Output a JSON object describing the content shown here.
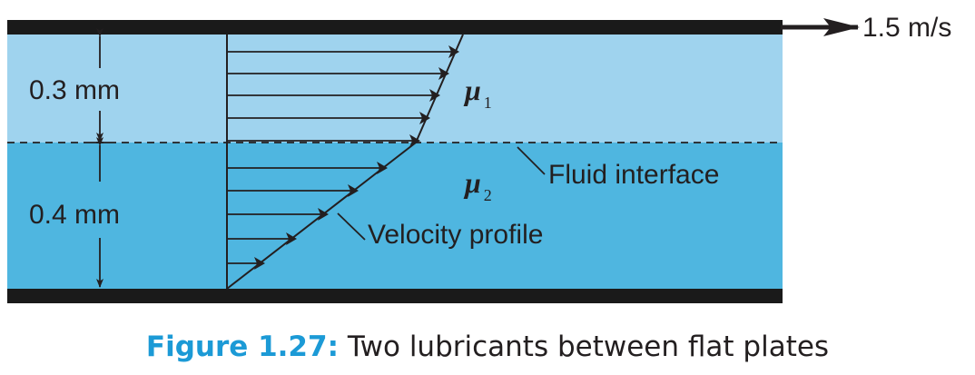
{
  "diagram": {
    "plate_velocity": "1.5 m/s",
    "upper_layer_thickness": "0.3 mm",
    "lower_layer_thickness": "0.4 mm",
    "upper_viscosity": {
      "symbol": "μ",
      "subscript": "1"
    },
    "lower_viscosity": {
      "symbol": "μ",
      "subscript": "2"
    },
    "interface_label": "Fluid interface",
    "profile_label": "Velocity profile"
  },
  "caption": {
    "label": "Figure 1.27:",
    "text": "Two lubricants between flat plates"
  },
  "colors": {
    "upper_fluid": "#9fd3ee",
    "lower_fluid": "#4fb6e0",
    "plate": "#1a1a1a",
    "ink": "#231f20",
    "caption_accent": "#1c9ad6"
  }
}
